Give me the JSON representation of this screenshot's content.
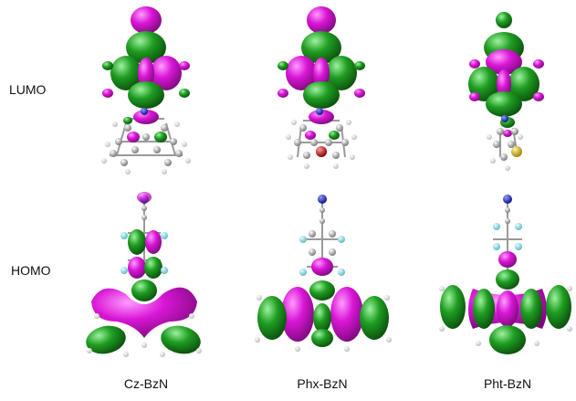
{
  "row_labels": {
    "lumo": "LUMO",
    "homo": "HOMO"
  },
  "column_labels": {
    "col1": "Cz-BzN",
    "col2": "Phx-BzN",
    "col3": "Pht-BzN"
  },
  "colors": {
    "positive_lobe": "#d916d6",
    "negative_lobe": "#1f9d22",
    "carbon": "#9b9b9b",
    "hydrogen": "#f2f2f2",
    "nitrogen": "#1f2fd0",
    "fluorine": "#8ee7ef",
    "oxygen": "#e01010",
    "sulfur": "#e8c21a"
  }
}
